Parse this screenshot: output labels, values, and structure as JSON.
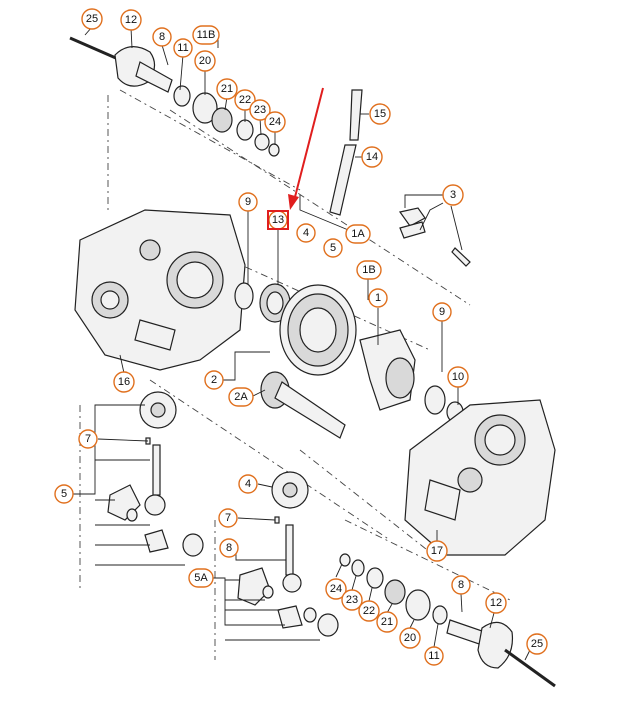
{
  "colors": {
    "callout_ring": "#e0701e",
    "arrow": "#e01e1e",
    "highlight_box": "#e01e1e",
    "line": "#222222",
    "part_fill": "#f2f2f2"
  },
  "callouts": {
    "c25_top": "25",
    "c12_top": "12",
    "c8_top": "8",
    "c11_top": "11",
    "c11b": "11B",
    "c20_top": "20",
    "c21_top": "21",
    "c22_top": "22",
    "c23_top": "23",
    "c24_top": "24",
    "c15": "15",
    "c14": "14",
    "c3": "3",
    "c9_top": "9",
    "c13": "13",
    "c4_top": "4",
    "c5_top": "5",
    "c1a": "1A",
    "c1b": "1B",
    "c1": "1",
    "c9_right": "9",
    "c10": "10",
    "c16": "16",
    "c2": "2",
    "c2a": "2A",
    "c7_left": "7",
    "c5_left": "5",
    "c4_mid": "4",
    "c7_mid": "7",
    "c8_mid": "8",
    "c5a": "5A",
    "c17": "17",
    "c24_bot": "24",
    "c23_bot": "23",
    "c22_bot": "22",
    "c21_bot": "21",
    "c20_bot": "20",
    "c11_bot": "11",
    "c8_bot": "8",
    "c12_bot": "12",
    "c25_bot": "25"
  }
}
